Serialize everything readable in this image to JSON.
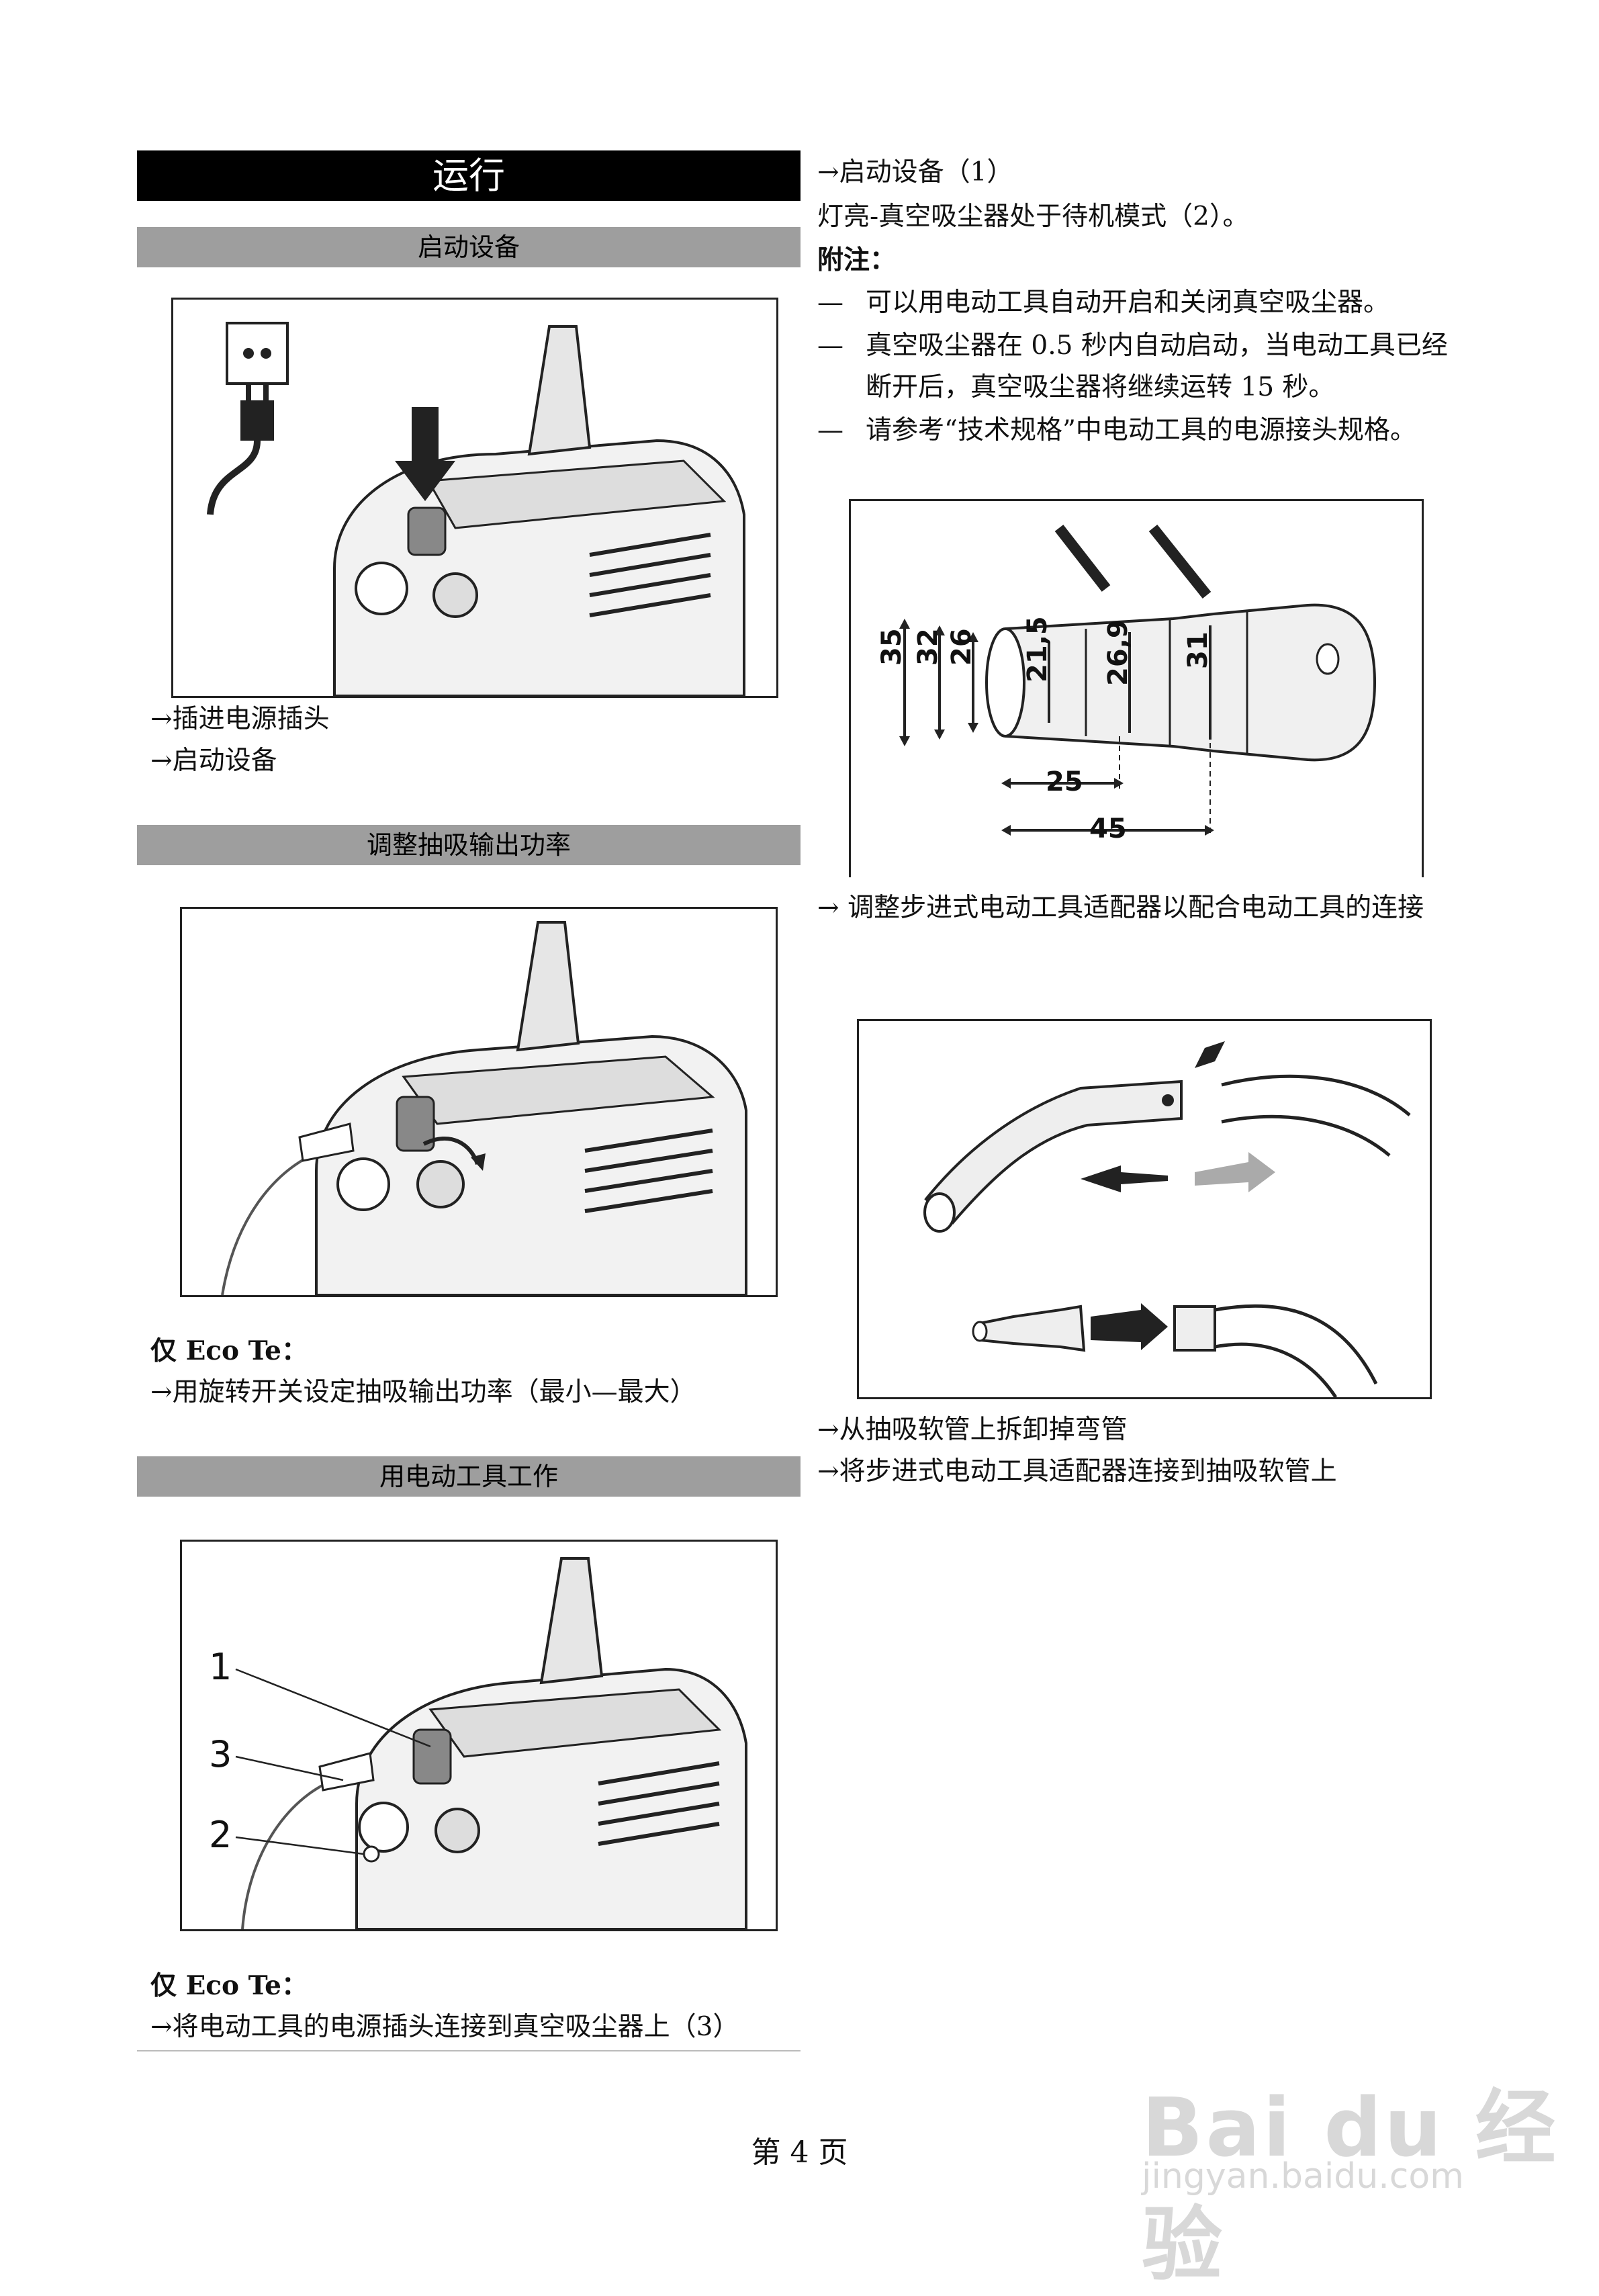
{
  "page": {
    "title": "运行",
    "footer": "第 4 页"
  },
  "left": {
    "section1": {
      "heading": "启动设备",
      "steps": [
        "→插进电源插头",
        "→启动设备"
      ]
    },
    "section2": {
      "heading": "调整抽吸输出功率",
      "note_label": "仅 Eco Te：",
      "steps": [
        "→用旋转开关设定抽吸输出功率（最小—最大）"
      ]
    },
    "section3": {
      "heading": "用电动工具工作",
      "figure_labels": [
        "1",
        "3",
        "2"
      ],
      "note_label": "仅 Eco Te：",
      "steps": [
        "→将电动工具的电源插头连接到真空吸尘器上（3）"
      ]
    }
  },
  "right": {
    "intro": [
      "→启动设备（1）",
      "灯亮-真空吸尘器处于待机模式（2）。"
    ],
    "note_heading": "附注：",
    "notes": [
      "可以用电动工具自动开启和关闭真空吸尘器。",
      "真空吸尘器在 0.5 秒内自动启动，当电动工具已经断开后，真空吸尘器将继续运转 15 秒。",
      "请参考“技术规格”中电动工具的电源接头规格。"
    ],
    "dash": "—",
    "adapter_dims": [
      "35",
      "32",
      "26",
      "21,5",
      "26,9",
      "31",
      "25",
      "45"
    ],
    "adapter_step": "→ 调整步进式电动工具适配器以配合电动工具的连接",
    "hose_steps": [
      "→从抽吸软管上拆卸掉弯管",
      "→将步进式电动工具适配器连接到抽吸软管上"
    ]
  },
  "watermark": {
    "brand": "Bai du 经验",
    "url": "jingyan.baidu.com"
  }
}
